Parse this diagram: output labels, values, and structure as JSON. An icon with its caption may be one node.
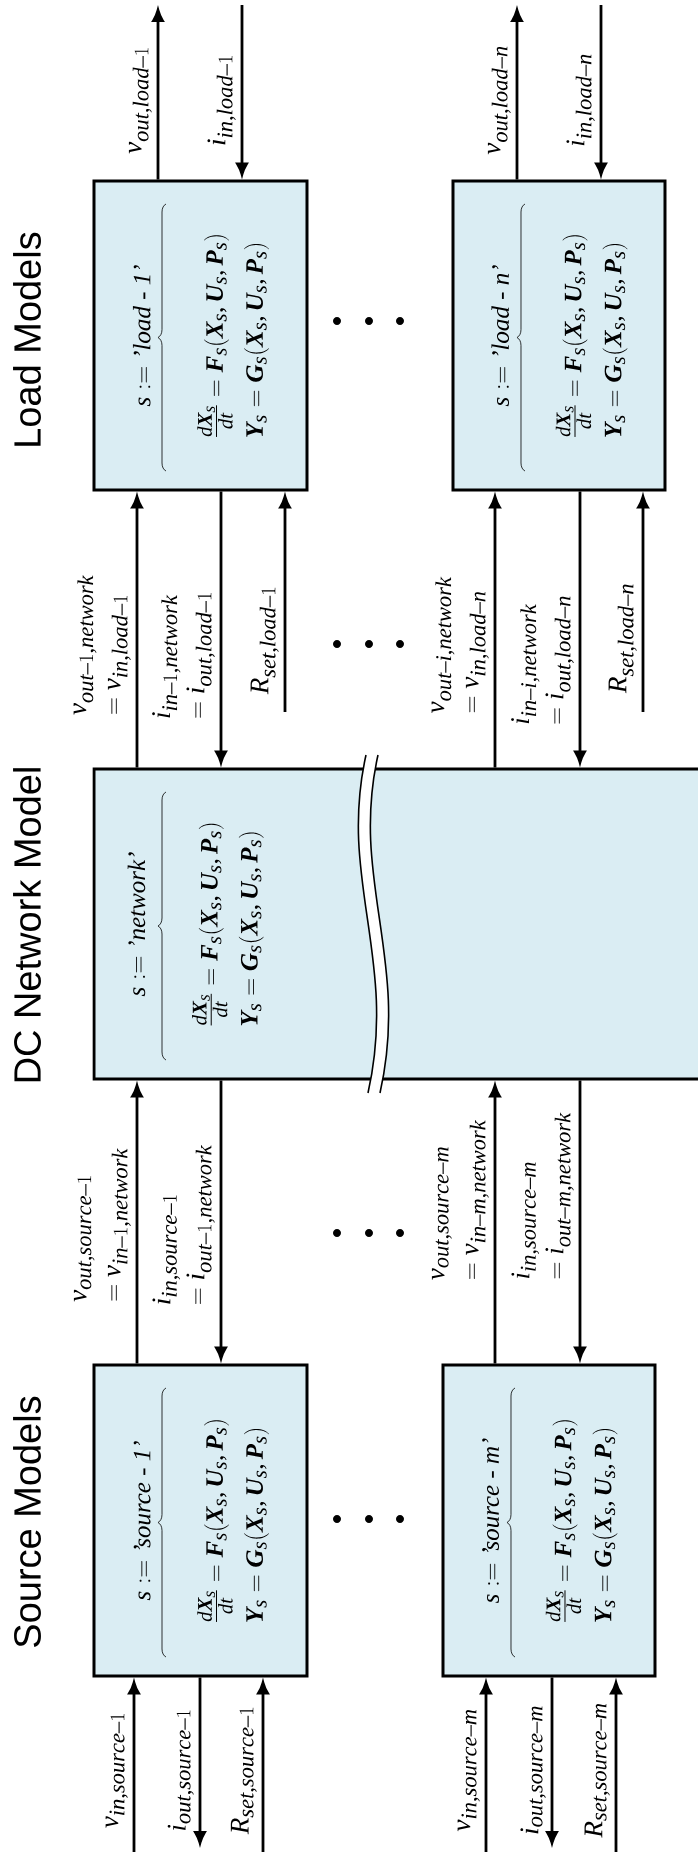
{
  "diagram": {
    "nodes": [
      {
        "text": [
          "s:=\\textit{'source - 1'}",
          "\\frac{d\\boldsymbol{X}_s}{dt}=\\boldsymbol{F}_s(\\boldsymbol{X}_s,\\boldsymbol{U}_s,\\boldsymbol{P}_s)",
          "\\boldsymbol{Y}_s=\\boldsymbol{G}_s(\\boldsymbol{X}_s,\\boldsymbol{U}_s,\\boldsymbol{P}_s)"
        ]
      },
      {
        "text": [
          "s:=\\textit{'source - m'}",
          "\\frac{d\\boldsymbol{X}_s}{dt}=\\boldsymbol{F}_s(\\boldsymbol{X}_s,\\boldsymbol{U}_s,\\boldsymbol{P}_s)",
          "\\boldsymbol{Y}_s=\\boldsymbol{G}_s(\\boldsymbol{X}_s,\\boldsymbol{U}_s,\\boldsymbol{P}_s)"
        ]
      },
      {
        "text": [
          "s:=\\textit{'network'}",
          "\\frac{d\\boldsymbol{X}_s}{dt}=\\boldsymbol{F}_s(\\boldsymbol{X}_s,\\boldsymbol{U}_s,\\boldsymbol{P}_s)",
          "\\boldsymbol{Y}_s=\\boldsymbol{G}_s(\\boldsymbol{X}_s,\\boldsymbol{U}_s,\\boldsymbol{P}_s)"
        ]
      },
      {
        "text": [
          "s:=\\textit{'load - 1'}",
          "\\frac{d\\boldsymbol{X}_s}{dt}=\\boldsymbol{F}_s(\\boldsymbol{X}_s,\\boldsymbol{U}_s,\\boldsymbol{P}_s)",
          "\\boldsymbol{Y}_s=\\boldsymbol{G}_s(\\boldsymbol{X}_s,\\boldsymbol{U}_s,\\boldsymbol{P}_s)"
        ]
      },
      {
        "text": [
          "s:=\\textit{'load - n'}",
          "\\frac{d\\boldsymbol{X}_s}{dt}=\\boldsymbol{F}_s(\\boldsymbol{X}_s,\\boldsymbol{U}_s,\\boldsymbol{P}_s)",
          "\\boldsymbol{Y}_s=\\boldsymbol{G}_s(\\boldsymbol{X}_s,\\boldsymbol{U}_s,\\boldsymbol{P}_s)"
        ]
      }
    ],
    "edges": [
      {
        "from": null,
        "to": 0,
        "arrow": "to",
        "label": "v_{in,source-1}"
      },
      {
        "from": 0,
        "to": null,
        "arrow": "to",
        "label": "i_{out,source-1}"
      },
      {
        "from": null,
        "to": 0,
        "arrow": "to",
        "label": "R_{set,source-1}"
      },
      {
        "from": null,
        "to": 1,
        "arrow": "to",
        "label": "v_{in,source-m}"
      },
      {
        "from": 1,
        "to": null,
        "arrow": "to",
        "label": "i_{out,source-m}"
      },
      {
        "from": null,
        "to": 1,
        "arrow": "to",
        "label": "R_{set,source-m}"
      },
      {
        "from": 0,
        "to": 2,
        "arrow": "to",
        "label": "\\begin{array}{l}v_{out,source-1}\\\\=v_{in-1,network}\\end{array}"
      },
      {
        "from": 2,
        "to": 0,
        "arrow": "to",
        "label": "\\begin{array}{l}i_{in,source-1}\\\\=i_{out-1,network}\\end{array}"
      },
      {
        "from": 1,
        "to": 2,
        "arrow": "to",
        "label": "\\begin{array}{l}v_{out,source-m}\\\\=v_{in-m,network}\\end{array}"
      },
      {
        "from": 2,
        "to": 1,
        "arrow": "to",
        "label": "\\begin{array}{l}i_{in,source-m}\\\\=i_{out-m,network}\\end{array}"
      },
      {
        "from": 2,
        "to": 3,
        "arrow": "to",
        "label": "\\begin{array}{l}v_{out-1,network}\\\\=v_{in,load-1}\\end{array}"
      },
      {
        "from": 3,
        "to": 2,
        "arrow": "to",
        "label": "\\begin{array}{l}i_{in-1,network}\\\\=i_{out,load-1}\\end{array}"
      },
      {
        "from": null,
        "to": 3,
        "arrow": "to",
        "label": "R_{set,load-1}"
      },
      {
        "from": 2,
        "to": 4,
        "arrow": "to",
        "label": "\\begin{array}{l}v_{out-i,network}\\\\=v_{in,load-n}\\end{array}"
      },
      {
        "from": 4,
        "to": 2,
        "arrow": "to",
        "label": "\\begin{array}{l}i_{in-i,network}\\\\=i_{out,load-n}\\end{array}"
      },
      {
        "from": null,
        "to": 4,
        "arrow": "to",
        "label": "R_{set,load-n}"
      },
      {
        "from": 3,
        "to": null,
        "arrow": "to",
        "label": "v_{out,load-1}"
      },
      {
        "from": null,
        "to": 3,
        "arrow": "to",
        "label": "i_{in,load-1}"
      },
      {
        "from": 4,
        "to": null,
        "arrow": "to",
        "label": "v_{out,load-n}"
      },
      {
        "from": null,
        "to": 4,
        "arrow": "to",
        "label": "i_{in,load-n}"
      }
    ],
    "labels": [
      "Source Models",
      "DC Network Model",
      "Load Models"
    ]
  }
}
